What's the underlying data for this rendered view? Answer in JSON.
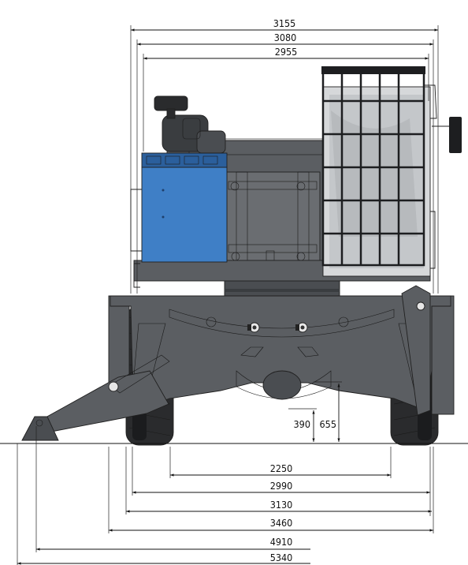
{
  "colors": {
    "body": "#5b5e62",
    "body_dark": "#3f4245",
    "body_light": "#76797d",
    "blue": "#3f7fc6",
    "blue_dark": "#2b5f9c",
    "tire": "#2a2b2d",
    "cage": "#1d1e20",
    "line": "#111111"
  },
  "dimensions": {
    "top": [
      {
        "value": "3155"
      },
      {
        "value": "3080"
      },
      {
        "value": "2955"
      }
    ],
    "heights": [
      {
        "value": "390"
      },
      {
        "value": "655"
      }
    ],
    "bottom": [
      {
        "value": "2250"
      },
      {
        "value": "2990"
      },
      {
        "value": "3130"
      },
      {
        "value": "3460"
      },
      {
        "value": "4910"
      },
      {
        "value": "5340"
      }
    ]
  }
}
